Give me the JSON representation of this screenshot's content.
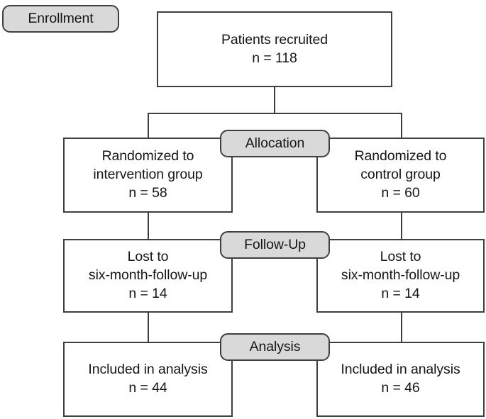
{
  "figure": {
    "type": "consort-flow-diagram",
    "background_color": "#ffffff",
    "line_color": "#3f3f3f",
    "pill_fill_color": "#d9d9d9",
    "box_fill_color": "#ffffff"
  },
  "stages": [
    {
      "id": "enrollment",
      "label": "Enrollment"
    },
    {
      "id": "allocation",
      "label": "Allocation"
    },
    {
      "id": "follow_up",
      "label": "Follow-Up"
    },
    {
      "id": "analysis",
      "label": "Analysis"
    }
  ],
  "nodes": {
    "recruited": {
      "line1": "Patients recruited",
      "line2": "n = 118",
      "count": 118
    },
    "allocated_intervention": {
      "line1": "Randomized to",
      "line2": "intervention group",
      "line3": "n = 58",
      "count": 58
    },
    "allocated_control": {
      "line1": "Randomized to",
      "line2": "control group",
      "line3": "n = 60",
      "count": 60
    },
    "lost_intervention": {
      "line1": "Lost to",
      "line2": "six-month-follow-up",
      "line3": "n = 14",
      "count": 14
    },
    "lost_control": {
      "line1": "Lost to",
      "line2": "six-month-follow-up",
      "line3": "n = 14",
      "count": 14
    },
    "analyzed_intervention": {
      "line1": "Included in analysis",
      "line2": "n = 44",
      "count": 44
    },
    "analyzed_control": {
      "line1": "Included in analysis",
      "line2": "n = 46",
      "count": 46
    }
  }
}
